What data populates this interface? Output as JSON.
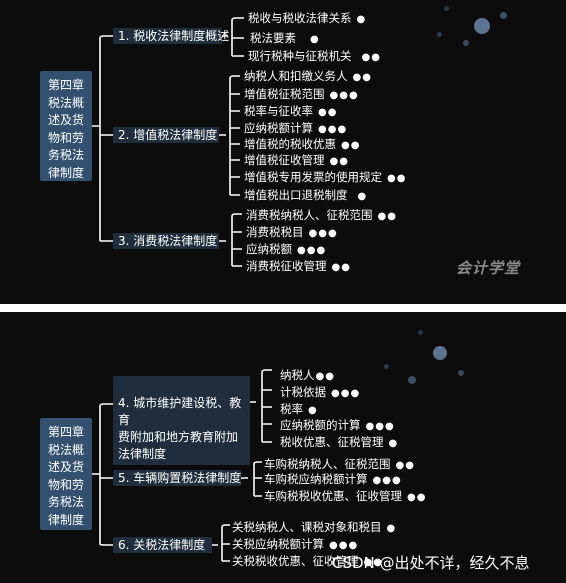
{
  "panel1": {
    "root": "第四章\n税法概\n述及货\n物和劳\n务税法\n律制度",
    "chapters": [
      {
        "label": "1. 税收法律制度概述",
        "items": [
          {
            "text": "税收与税收法律关系",
            "dots": "●"
          },
          {
            "text": "税法要素",
            "dots": "●"
          },
          {
            "text": "现行税种与征税机关",
            "dots": "●●"
          }
        ]
      },
      {
        "label": "2. 增值税法律制度",
        "items": [
          {
            "text": "纳税人和扣缴义务人",
            "dots": "●●"
          },
          {
            "text": "增值税征税范围",
            "dots": "●●●"
          },
          {
            "text": "税率与征收率",
            "dots": "●●"
          },
          {
            "text": "应纳税额计算",
            "dots": "●●●"
          },
          {
            "text": "增值税的税收优惠",
            "dots": "●●"
          },
          {
            "text": "增值税征收管理",
            "dots": "●●"
          },
          {
            "text": "增值税专用发票的使用规定",
            "dots": "●●"
          },
          {
            "text": "增值税出口退税制度",
            "dots": "●"
          }
        ]
      },
      {
        "label": "3. 消费税法律制度",
        "items": [
          {
            "text": "消费税纳税人、征税范围",
            "dots": "●●"
          },
          {
            "text": "消费税税目",
            "dots": "●●●"
          },
          {
            "text": "应纳税额",
            "dots": "●●●"
          },
          {
            "text": "消费税征收管理",
            "dots": "●●"
          }
        ]
      }
    ],
    "watermark": "会计学堂"
  },
  "panel2": {
    "root": "第四章\n税法概\n述及货\n物和劳\n务税法\n律制度",
    "chapters": [
      {
        "label": "4. 城市维护建设税、教育\n费附加和地方教育附加\n法律制度",
        "items": [
          {
            "text": "纳税人",
            "dots": "●●"
          },
          {
            "text": "计税依据",
            "dots": "●●●"
          },
          {
            "text": "税率",
            "dots": "●"
          },
          {
            "text": "应纳税额的计算",
            "dots": "●●●"
          },
          {
            "text": "税收优惠、征税管理",
            "dots": "●"
          }
        ]
      },
      {
        "label": "5. 车辆购置税法律制度",
        "items": [
          {
            "text": "车购税纳税人、征税范围",
            "dots": "●●"
          },
          {
            "text": "车购税应纳税额计算",
            "dots": "●●●"
          },
          {
            "text": "车购税税收优惠、征收管理",
            "dots": "●●"
          }
        ]
      },
      {
        "label": "6. 关税法律制度",
        "items": [
          {
            "text": "关税纳税人、课税对象和税目",
            "dots": "●"
          },
          {
            "text": "关税应纳税额计算",
            "dots": "●●●"
          },
          {
            "text": "关税税收优惠、征收管理",
            "dots": "●●"
          }
        ]
      }
    ],
    "csdn": "CSDN @出处不详，经久不息"
  },
  "colors": {
    "background": "#0c0c0d",
    "root": "#33506e",
    "chapter": "#1f2d3c",
    "line": "#ffffff"
  }
}
